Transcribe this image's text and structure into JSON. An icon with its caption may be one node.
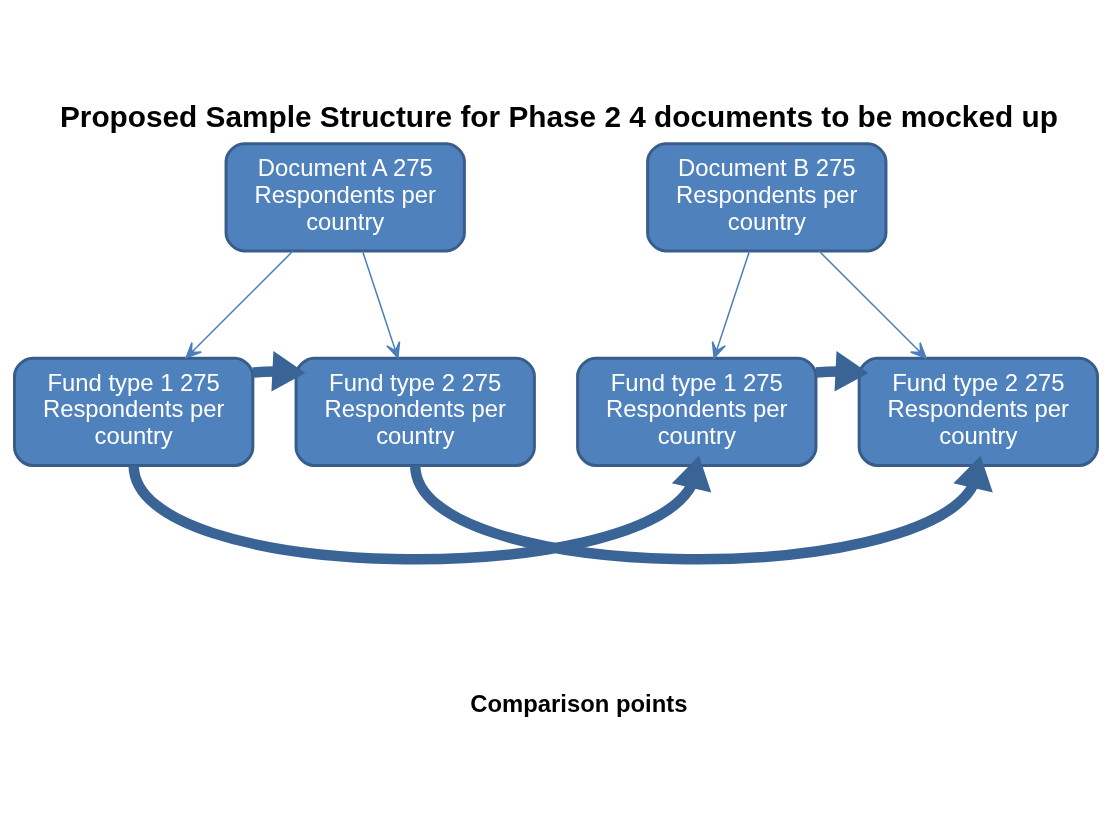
{
  "diagram": {
    "title": "Proposed Sample Structure for Phase 2 4 documents to be mocked up",
    "caption": "Comparison points",
    "nodes": [
      {
        "text": [
          "Document A 275 Respondents per country"
        ]
      },
      {
        "text": [
          "Document B 275 Respondents per country"
        ]
      },
      {
        "text": [
          "Fund type 1 275 Respondents per country"
        ]
      },
      {
        "text": [
          "Fund type 2 275 Respondents per country"
        ]
      },
      {
        "text": [
          "Fund type 1 275 Respondents per country"
        ]
      },
      {
        "text": [
          "Fund type 2 275 Respondents per country"
        ]
      }
    ],
    "edges": [
      {
        "from": 0,
        "to": 2,
        "arrow": "to"
      },
      {
        "from": 0,
        "to": 3,
        "arrow": "to"
      },
      {
        "from": 1,
        "to": 4,
        "arrow": "to"
      },
      {
        "from": 1,
        "to": 5,
        "arrow": "to"
      },
      {
        "from": 2,
        "to": 3,
        "arrow": "to",
        "style": "thick",
        "color": "#3b6496"
      },
      {
        "from": 2,
        "to": 4,
        "arrow": "to",
        "style": "thick",
        "color": "#3b6496"
      },
      {
        "from": 3,
        "to": 5,
        "arrow": "to",
        "style": "thick",
        "color": "#3b6496"
      },
      {
        "from": 4,
        "to": 5,
        "arrow": "to",
        "style": "thick",
        "color": "#3b6496"
      }
    ]
  }
}
